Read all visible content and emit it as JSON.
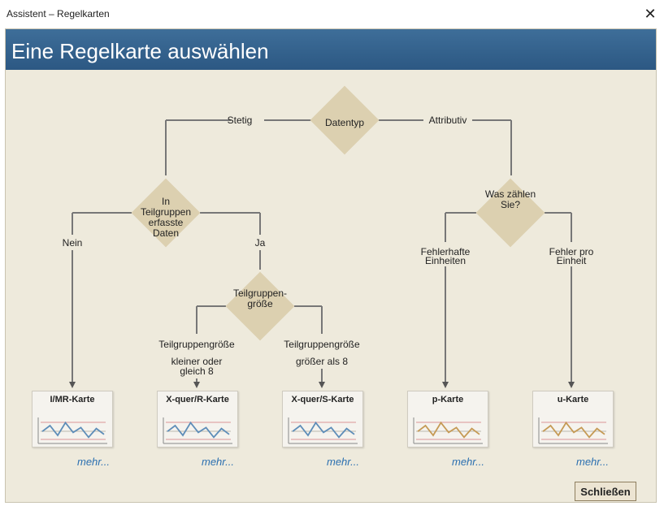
{
  "window": {
    "title": "Assistent – Regelkarten",
    "close_glyph": "✕"
  },
  "header": {
    "title": "Eine Regelkarte auswählen"
  },
  "flowchart": {
    "nodes": {
      "datentyp": "Datentyp",
      "teilgruppen_daten": "In Teilgruppen erfasste Daten",
      "teilgruppengroesse": "Teilgruppen-größe",
      "was_zaehlen": "Was zählen Sie?"
    },
    "edges": {
      "stetig": "Stetig",
      "attributiv": "Attributiv",
      "nein": "Nein",
      "ja": "Ja",
      "klein_1": "Teilgruppengröße",
      "klein_2": "kleiner oder",
      "klein_3": "gleich 8",
      "gross_1": "Teilgruppengröße",
      "gross_2": "größer als 8",
      "fehlerhafte_1": "Fehlerhafte",
      "fehlerhafte_2": "Einheiten",
      "fehler_pro_1": "Fehler pro",
      "fehler_pro_2": "Einheit"
    },
    "cards": [
      {
        "title": "I/MR-Karte",
        "more": "mehr...",
        "line_color": "#5e8db8"
      },
      {
        "title": "X-quer/R-Karte",
        "more": "mehr...",
        "line_color": "#5e8db8"
      },
      {
        "title": "X-quer/S-Karte",
        "more": "mehr...",
        "line_color": "#5e8db8"
      },
      {
        "title": "p-Karte",
        "more": "mehr...",
        "line_color": "#c59a55"
      },
      {
        "title": "u-Karte",
        "more": "mehr...",
        "line_color": "#c59a55"
      }
    ]
  },
  "footer": {
    "close_label": "Schließen"
  },
  "colors": {
    "header_bg": "#2c5883",
    "panel_bg": "#eeeadc",
    "diamond": "#dcd0b0",
    "connector": "#777777",
    "link": "#2a6fb0",
    "control_limit": "#e0a8a8"
  }
}
